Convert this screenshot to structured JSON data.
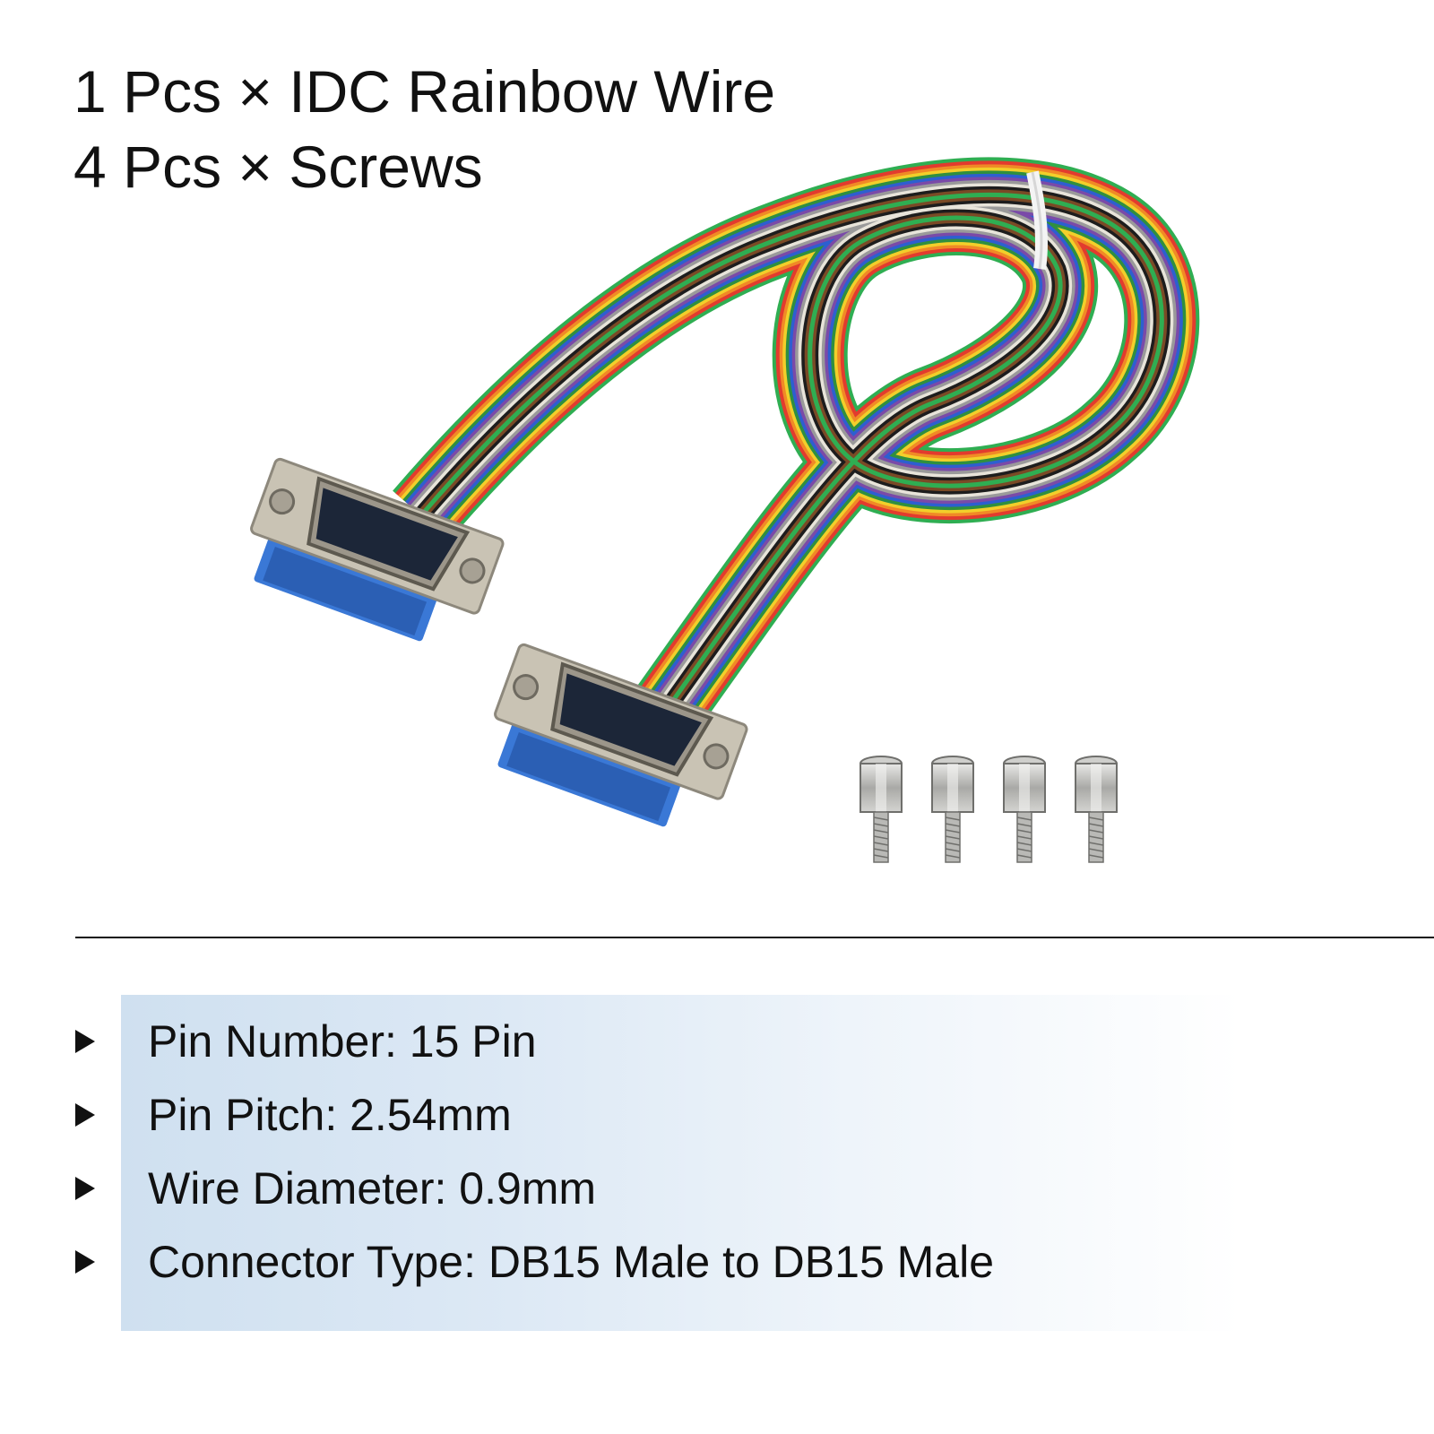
{
  "header": {
    "lines": [
      "1 Pcs × IDC Rainbow Wire",
      "4 Pcs × Screws"
    ]
  },
  "illustration": {
    "objects": [
      "ribbon-cable",
      "db15-connector",
      "db15-connector",
      "screw",
      "screw",
      "screw",
      "screw"
    ],
    "wire_colors": [
      "#2fae52",
      "#e23b2e",
      "#f08a26",
      "#f2cf2a",
      "#2f8f3f",
      "#2d5fd0",
      "#7a4aa8",
      "#9a9a9a",
      "#e8e4da",
      "#1d1d1d",
      "#7a4a26"
    ],
    "connector_color": "#3a78d6",
    "shell_color": "#c9c3b4"
  },
  "specs": [
    "Pin Number: 15 Pin",
    "Pin Pitch: 2.54mm",
    "Wire Diameter: 0.9mm",
    "Connector Type: DB15 Male to DB15 Male"
  ]
}
